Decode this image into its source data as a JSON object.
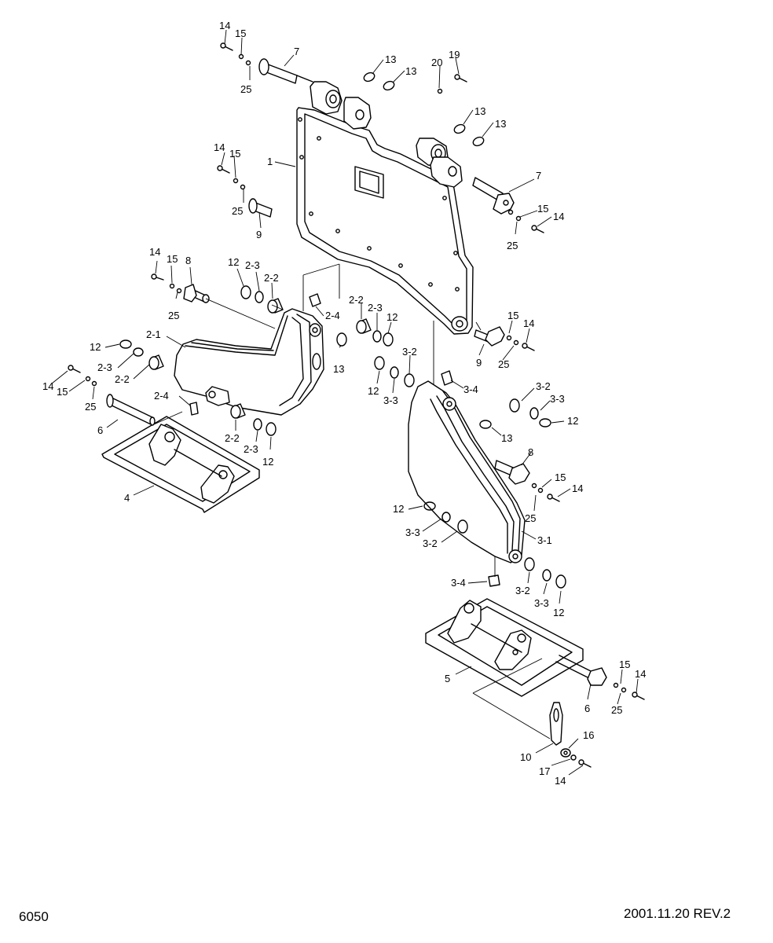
{
  "footer": {
    "page_number": "6050",
    "revision": "2001.11.20 REV.2"
  },
  "parts": {
    "p1": "1",
    "p2_1": "2-1",
    "p2_2": "2-2",
    "p2_3": "2-3",
    "p2_4": "2-4",
    "p3_1": "3-1",
    "p3_2": "3-2",
    "p3_3": "3-3",
    "p3_4": "3-4",
    "p4": "4",
    "p5": "5",
    "p6": "6",
    "p7": "7",
    "p8": "8",
    "p9": "9",
    "p10": "10",
    "p12": "12",
    "p13": "13",
    "p14": "14",
    "p15": "15",
    "p16": "16",
    "p17": "17",
    "p19": "19",
    "p20": "20",
    "p25": "25"
  }
}
